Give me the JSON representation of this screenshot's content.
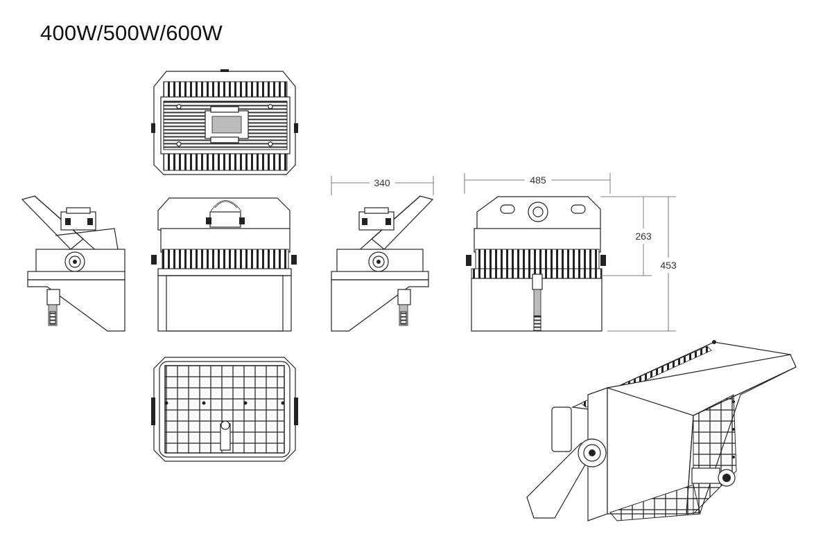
{
  "title": "400W/500W/600W",
  "dimensions": {
    "width_side": "340",
    "width_front": "485",
    "height_partial": "263",
    "height_total": "453"
  }
}
